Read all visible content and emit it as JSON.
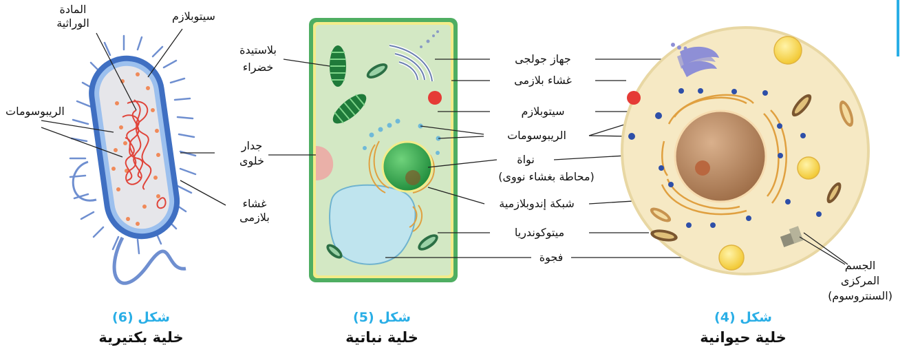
{
  "figures": {
    "bacterial": {
      "number": "شكل (6)",
      "name": "خلية بكتيرية"
    },
    "plant": {
      "number": "شكل (5)",
      "name": "خلية نباتية"
    },
    "animal": {
      "number": "شكل (4)",
      "name": "خلية حيوانية"
    }
  },
  "bacterial_labels": {
    "genetic_material_1": "المادة",
    "genetic_material_2": "الوراثية",
    "cytoplasm": "سيتوبلازم",
    "ribosomes": "الريبوسومات",
    "plasma_membrane_1": "غشاء",
    "plasma_membrane_2": "بلازمى"
  },
  "plant_labels": {
    "chloroplast_1": "بلاستيدة",
    "chloroplast_2": "خضراء",
    "cell_wall_1": "جدار",
    "cell_wall_2": "خلوى"
  },
  "shared_labels": {
    "golgi": "جهاز جولجى",
    "plasma_membrane": "غشاء بلازمى",
    "cytoplasm": "سيتوبلازم",
    "ribosomes": "الريبوسومات",
    "nucleus": "نواة",
    "nucleus_note": "(محاطة بغشاء نووى)",
    "er": "شبكة إندوبلازمية",
    "mitochondria": "ميتوكوندريا",
    "vacuole": "فجوة"
  },
  "animal_labels": {
    "centrosome_1": "الجسم",
    "centrosome_2": "المركزى",
    "centrosome_3": "(السنتروسوم)"
  },
  "colors": {
    "accent_blue": "#29aee6",
    "plant_wall": "#4fae62",
    "plant_cytoplasm": "#d3e8c4",
    "animal_cytoplasm": "#f6e9c4",
    "nucleus_brown": "#b98a63",
    "bacteria_membrane": "#5b8fd6"
  }
}
